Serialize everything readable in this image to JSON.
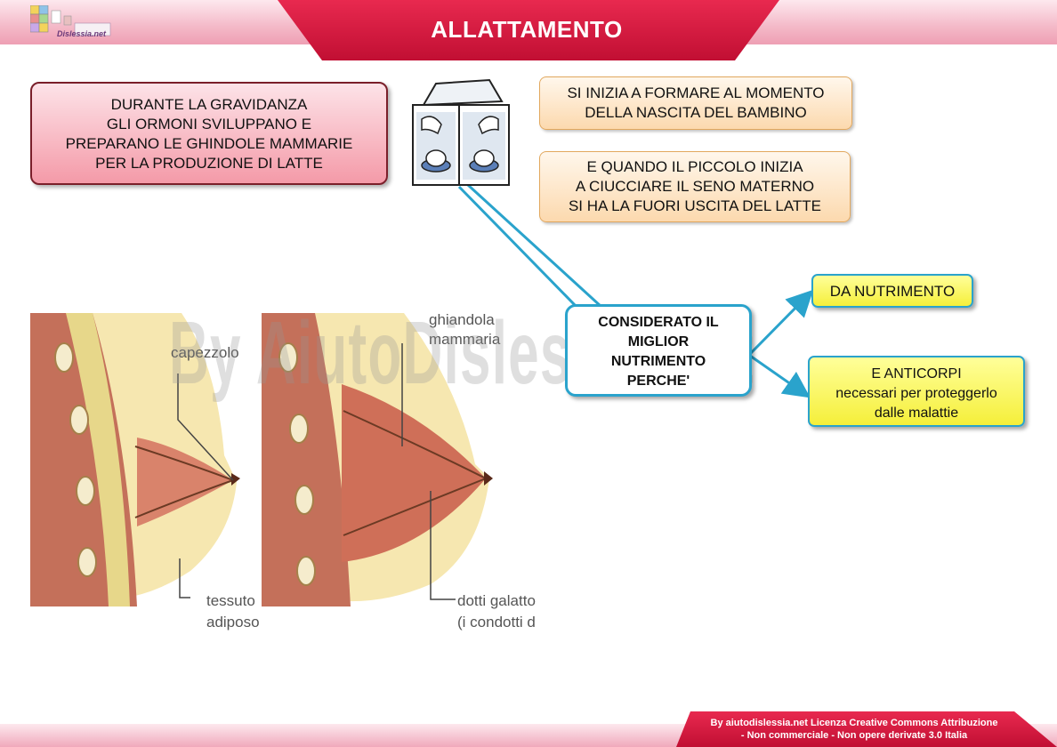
{
  "header": {
    "title": "ALLATTAMENTO",
    "logo_text": "Dislessia.net"
  },
  "boxes": {
    "pregnancy": [
      "DURANTE LA GRAVIDANZA",
      "GLI ORMONI SVILUPPANO E",
      "PREPARANO LE GHINDOLE MAMMARIE",
      "PER LA PRODUZIONE DI LATTE"
    ],
    "birth": [
      "SI INIZIA A FORMARE AL MOMENTO",
      "DELLA NASCITA DEL BAMBINO"
    ],
    "suck": [
      "E QUANDO IL PICCOLO INIZIA",
      "A CIUCCIARE IL SENO MATERNO",
      "SI HA LA FUORI USCITA DEL LATTE"
    ],
    "center": [
      "CONSIDERATO IL",
      "MIGLIOR",
      "NUTRIMENTO",
      "PERCHE'"
    ],
    "nutrition": "DA NUTRIMENTO",
    "antibodies": [
      "E ANTICORPI",
      "necessari per proteggerlo",
      "dalle malattie"
    ]
  },
  "anatomy_labels": {
    "nipple": "capezzolo",
    "gland_1": "ghiandola",
    "gland_2": "mammaria",
    "fat_1": "tessuto",
    "fat_2": "adiposo",
    "ducts_1": "dotti galatto",
    "ducts_2": "(i condotti d"
  },
  "watermark": "By AiutoDislessia.net",
  "footer": [
    "By aiutodislessia.net Licenza Creative Commons Attribuzione",
    "- Non commerciale - Non opere derivate 3.0 Italia"
  ],
  "colors": {
    "header_red": "#d4173c",
    "connector_blue": "#2aa3cc",
    "pink_box": "#f49aa8",
    "peach_box": "#fcd9ae",
    "yellow_box": "#f5ef3a"
  }
}
